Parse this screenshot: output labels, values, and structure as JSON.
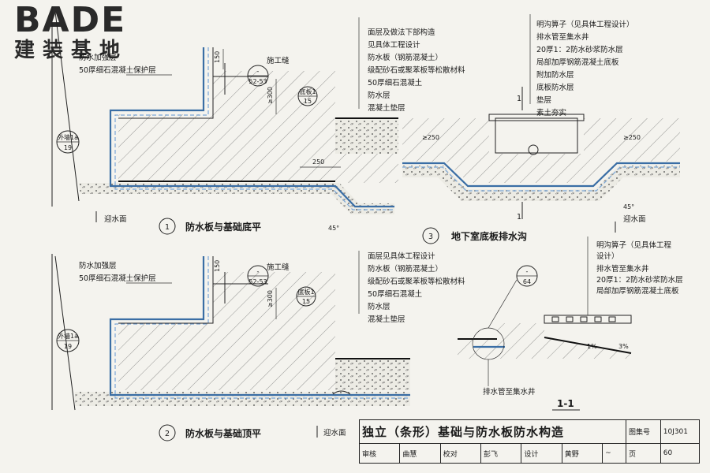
{
  "logo": {
    "brand": "BADE",
    "brand_cn": "建装基地"
  },
  "fig1": {
    "number": "1",
    "title": "防水板与基础底平",
    "labels": [
      "防水加强层",
      "50厚细石混凝土保护层"
    ],
    "callout_left": {
      "top": "外墙1a",
      "bottom": "19"
    },
    "joint": {
      "label": "施工缝",
      "ref_top": "-",
      "ref_bottom": "52-53"
    },
    "bottom_ref": {
      "top": "底板1",
      "bottom": "15"
    },
    "dims": [
      "150",
      "≥300",
      "250",
      "45°"
    ],
    "water_face": "迎水面",
    "layers": [
      "面层及做法下部构造",
      "见具体工程设计",
      "防水板（钢筋混凝土）",
      "级配砂石或聚苯板等松散材料",
      "50厚细石混凝土",
      "防水层",
      "混凝土垫层"
    ]
  },
  "fig2": {
    "number": "2",
    "title": "防水板与基础顶平",
    "labels": [
      "防水加强层",
      "50厚细石混凝土保护层"
    ],
    "callout_left": {
      "top": "外墙1a",
      "bottom": "19"
    },
    "joint": {
      "label": "施工缝",
      "ref_top": "-",
      "ref_bottom": "52-53"
    },
    "bottom_ref": {
      "top": "底板1",
      "bottom": "15"
    },
    "dims": [
      "150",
      "≥300"
    ],
    "water_face": "迎水面",
    "layers": [
      "面层见具体工程设计",
      "防水板（钢筋混凝土）",
      "级配砂石或聚苯板等松散材料",
      "50厚细石混凝土",
      "防水层",
      "混凝土垫层"
    ]
  },
  "fig3": {
    "number": "3",
    "title": "地下室底板排水沟",
    "section_mark": "1",
    "dims": [
      "≥250",
      "≥250",
      "45°"
    ],
    "water_face": "迎水面",
    "layers": [
      "明沟箅子（见具体工程设计）",
      "排水管至集水井",
      "20厚1：2防水砂浆防水层",
      "局部加厚钢筋混凝土底板",
      "附加防水层",
      "底板防水层",
      "垫层",
      "素土夯实"
    ]
  },
  "section11": {
    "title": "1-1",
    "ref": {
      "top": "-",
      "bottom": "64"
    },
    "slopes": [
      "1%",
      "3%"
    ],
    "pipe_label": "排水管至集水井",
    "layers": [
      "明沟箅子（见具体工程",
      "设计）",
      "排水管至集水井",
      "20厚1：2防水砂浆防水层",
      "局部加厚钢筋混凝土底板"
    ]
  },
  "title_block": {
    "title": "独立（条形）基础与防水板防水构造",
    "atlas_label": "图集号",
    "atlas_no": "10J301",
    "review": "审核",
    "review_name": "曲慧",
    "check": "校对",
    "check_name": "彭飞",
    "design": "设计",
    "design_name": "黄野",
    "page_label": "页",
    "page_no": "60"
  }
}
